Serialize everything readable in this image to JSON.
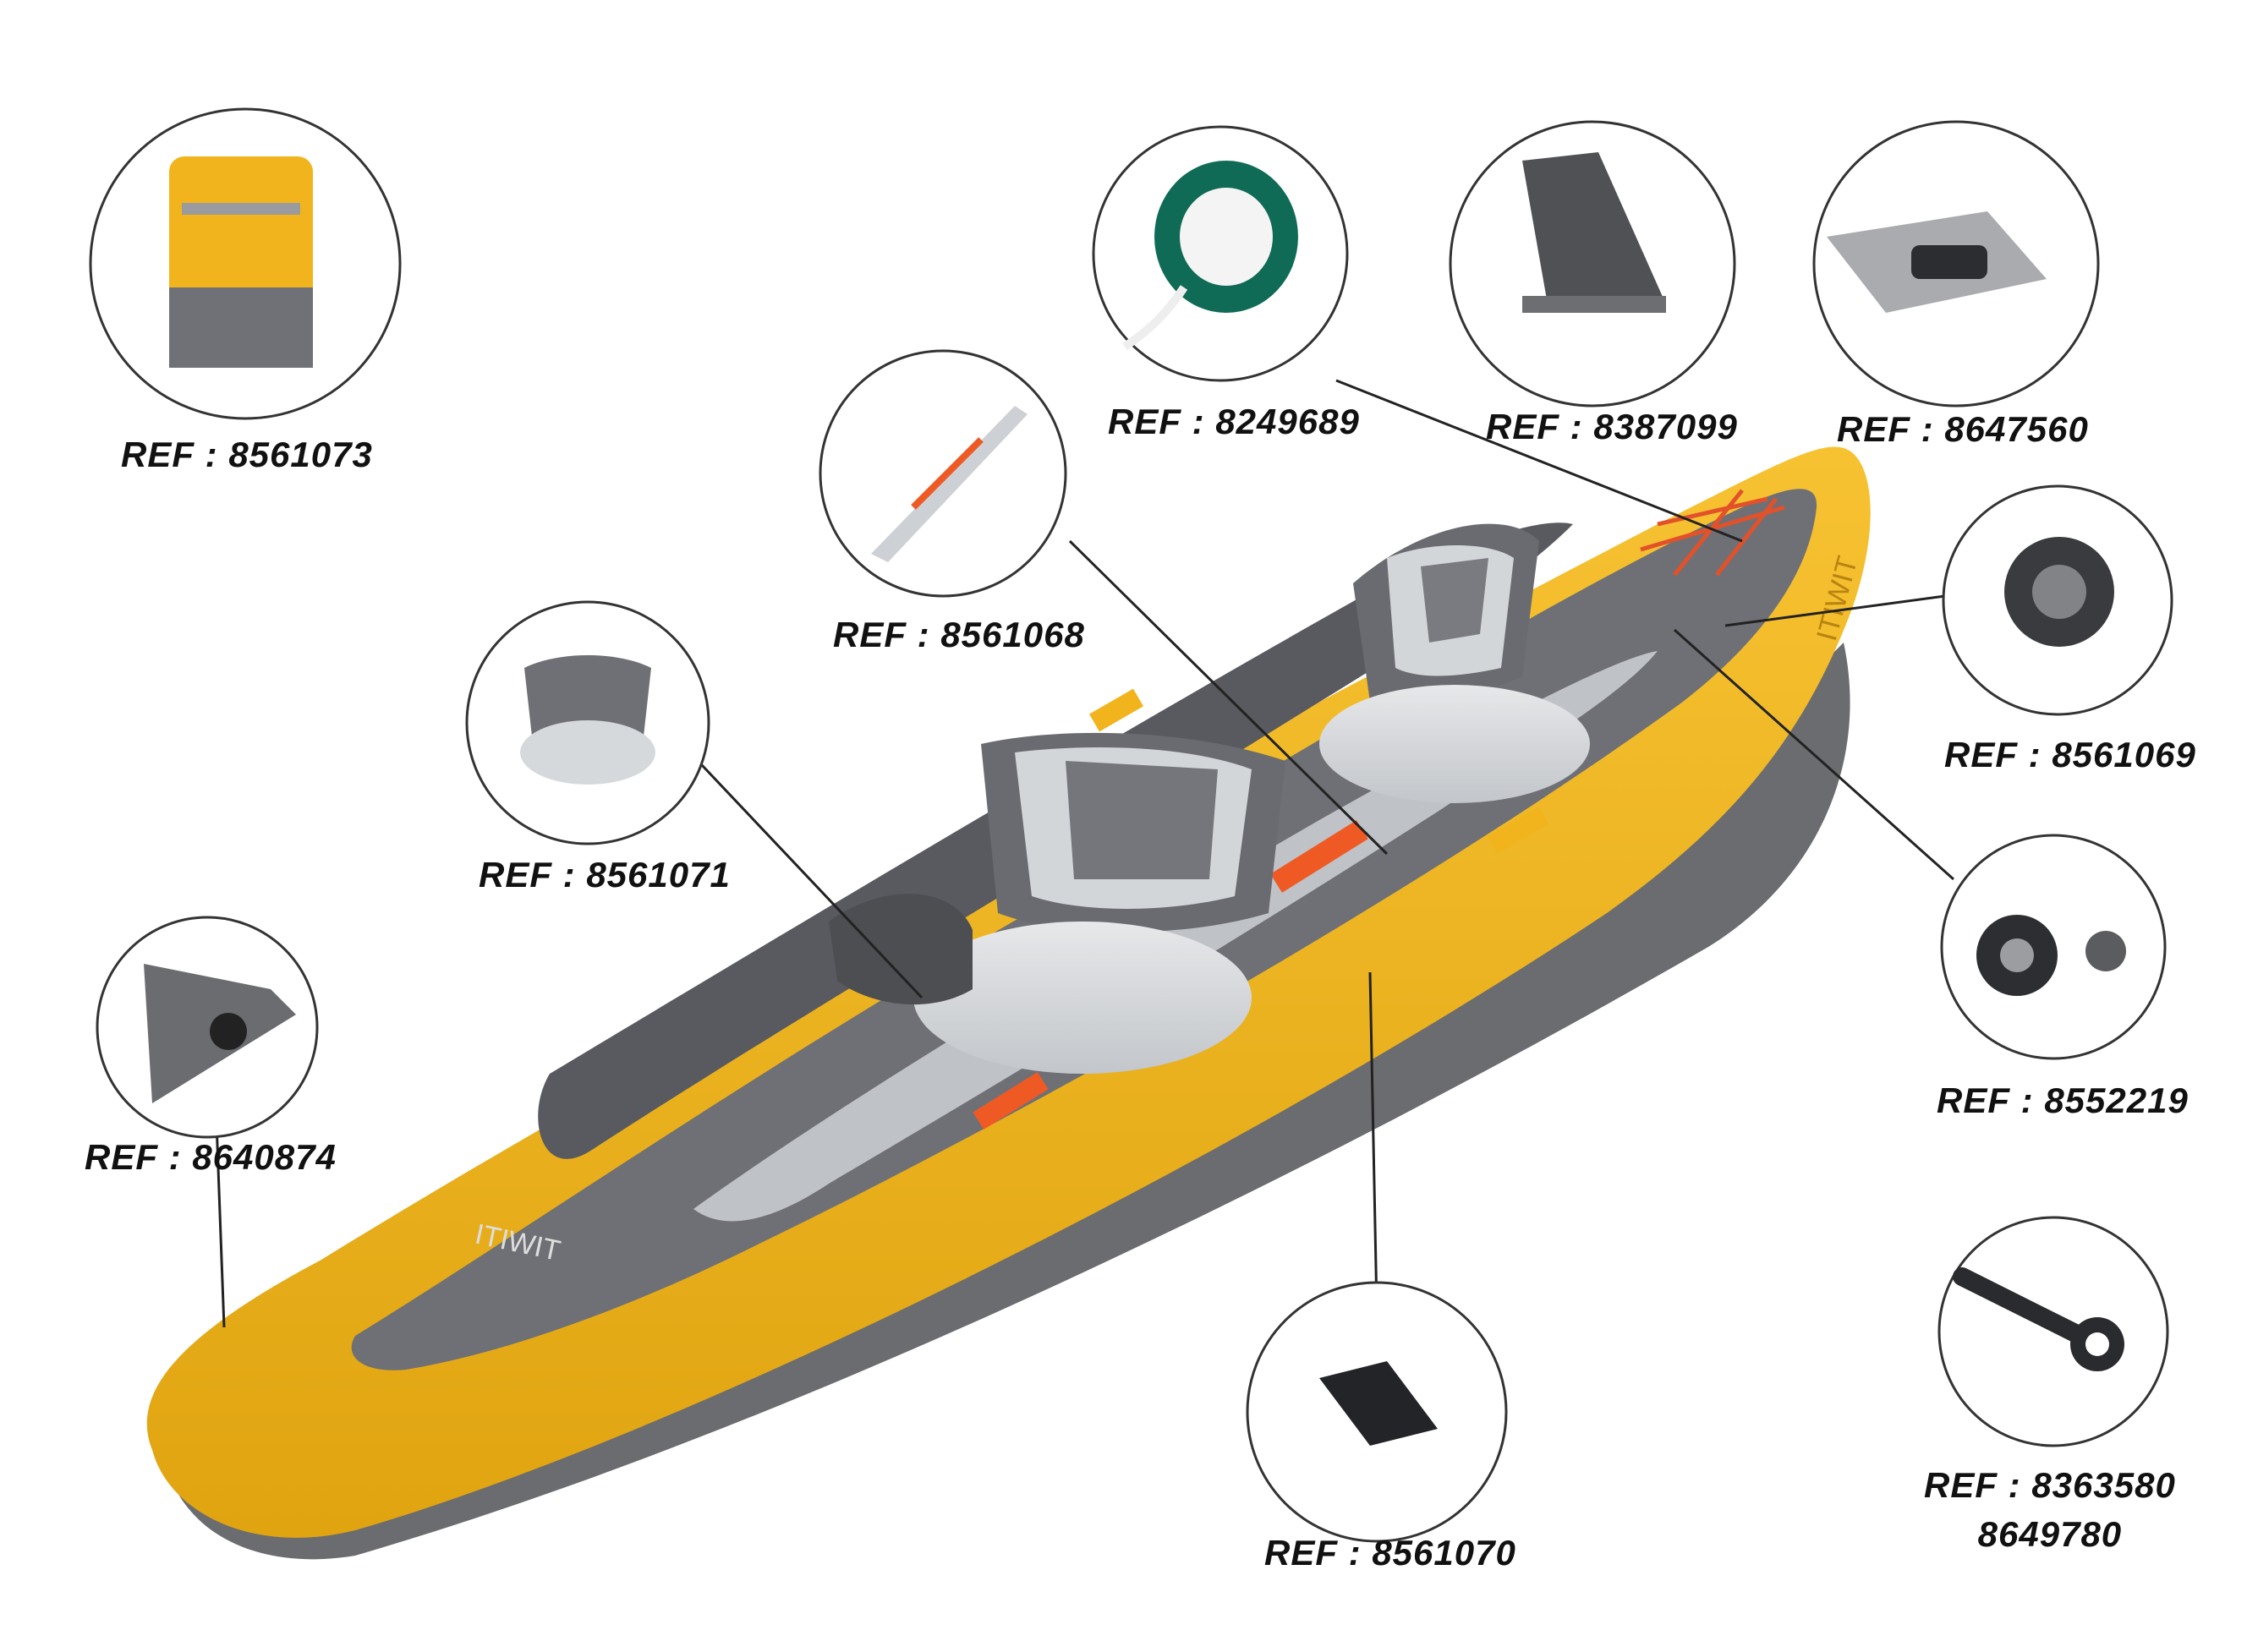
{
  "callouts": [
    {
      "id": "bag",
      "ref": "REF : 8561073",
      "part": "carry-bag"
    },
    {
      "id": "paddle-pad",
      "ref": "REF : 8561068",
      "part": "footrest-pad"
    },
    {
      "id": "rope",
      "ref": "REF : 8249689",
      "part": "bungee-cord-spool"
    },
    {
      "id": "fin",
      "ref": "REF : 8387099",
      "part": "skeg-fin"
    },
    {
      "id": "fin-box",
      "ref": "REF : 8647560",
      "part": "fin-box-patch"
    },
    {
      "id": "valve",
      "ref": "REF : 8561069",
      "part": "inflation-valve"
    },
    {
      "id": "valve-adapter",
      "ref": "REF : 8552219",
      "part": "valve-with-adapter"
    },
    {
      "id": "wrench",
      "ref_line1": "REF : 8363580",
      "ref_line2": "8649780",
      "part": "valve-wrench"
    },
    {
      "id": "strap",
      "ref": "REF : 8561070",
      "part": "seat-strap"
    },
    {
      "id": "seat",
      "ref": "REF : 8561071",
      "part": "inflatable-seat"
    },
    {
      "id": "spray-deck",
      "ref": "REF : 8640874",
      "part": "bow-cover"
    }
  ],
  "kayak": {
    "brand_text": "ITIWIT"
  },
  "colors": {
    "hull_yellow": "#f2b41c",
    "hull_grey": "#6e6f73",
    "seat_light": "#d9dcdf",
    "accent_orange": "#ef5a24",
    "line": "#222222"
  }
}
